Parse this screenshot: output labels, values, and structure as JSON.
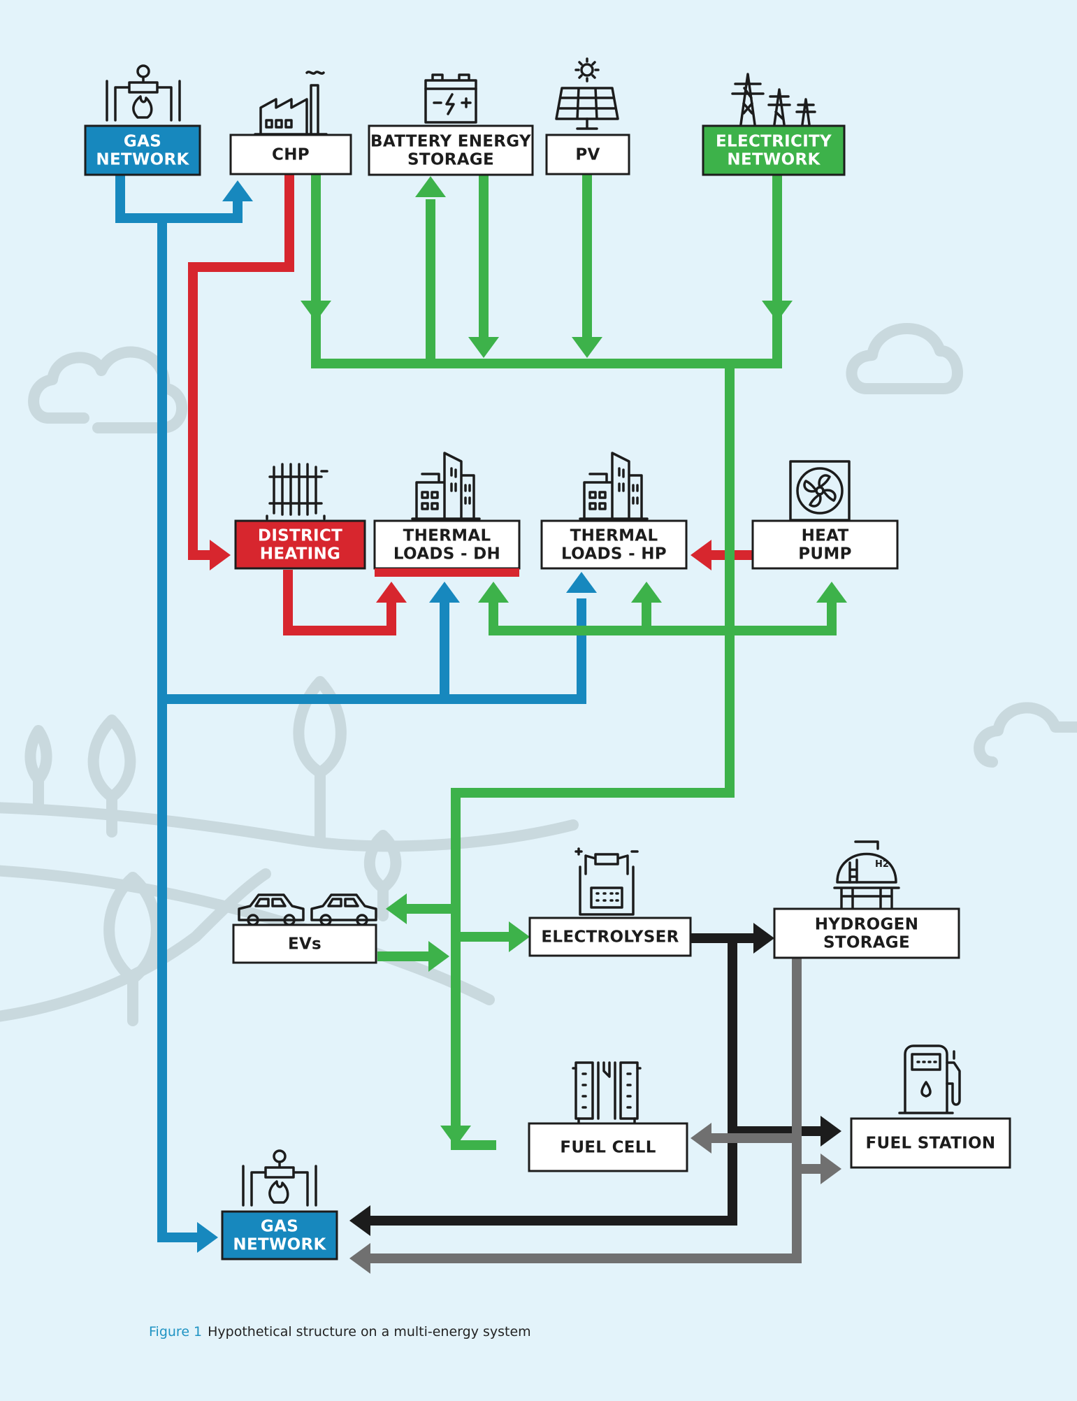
{
  "colors": {
    "background": "#e3f3fa",
    "gas": "#1788be",
    "electricity": "#3db24a",
    "heat": "#d7262e",
    "hydrogen_out": "#1c1c1c",
    "hydrogen_return": "#707070",
    "decor": "#c9d9de"
  },
  "nodes": {
    "gas_network_top": {
      "lines": [
        "GAS",
        "NETWORK"
      ],
      "icon": "gas-valve-icon"
    },
    "chp": {
      "lines": [
        "CHP"
      ],
      "icon": "factory-icon"
    },
    "battery": {
      "lines": [
        "BATTERY ENERGY",
        "STORAGE"
      ],
      "icon": "battery-icon"
    },
    "pv": {
      "lines": [
        "PV"
      ],
      "icon": "solar-panel-icon"
    },
    "electricity_network": {
      "lines": [
        "ELECTRICITY",
        "NETWORK"
      ],
      "icon": "power-pylon-icon"
    },
    "district_heating": {
      "lines": [
        "DISTRICT",
        "HEATING"
      ],
      "icon": "radiator-icon"
    },
    "thermal_dh": {
      "lines": [
        "THERMAL",
        "LOADS - DH"
      ],
      "icon": "buildings-icon"
    },
    "thermal_hp": {
      "lines": [
        "THERMAL",
        "LOADS - HP"
      ],
      "icon": "buildings-icon"
    },
    "heat_pump": {
      "lines": [
        "HEAT",
        "PUMP"
      ],
      "icon": "fan-icon"
    },
    "evs": {
      "lines": [
        "EVs"
      ],
      "icon": "cars-icon"
    },
    "electrolyser": {
      "lines": [
        "ELECTROLYSER"
      ],
      "icon": "electrolyser-icon"
    },
    "hydrogen_storage": {
      "lines": [
        "HYDROGEN",
        "STORAGE"
      ],
      "icon": "hydrogen-tank-icon",
      "icon_text": "H2"
    },
    "fuel_cell": {
      "lines": [
        "FUEL CELL"
      ],
      "icon": "fuel-cell-icon"
    },
    "fuel_station": {
      "lines": [
        "FUEL STATION"
      ],
      "icon": "fuel-pump-icon"
    },
    "gas_network_bottom": {
      "lines": [
        "GAS",
        "NETWORK"
      ],
      "icon": "gas-valve-icon"
    }
  },
  "caption": {
    "label": "Figure 1",
    "text": "Hypothetical structure on a multi-energy system"
  }
}
